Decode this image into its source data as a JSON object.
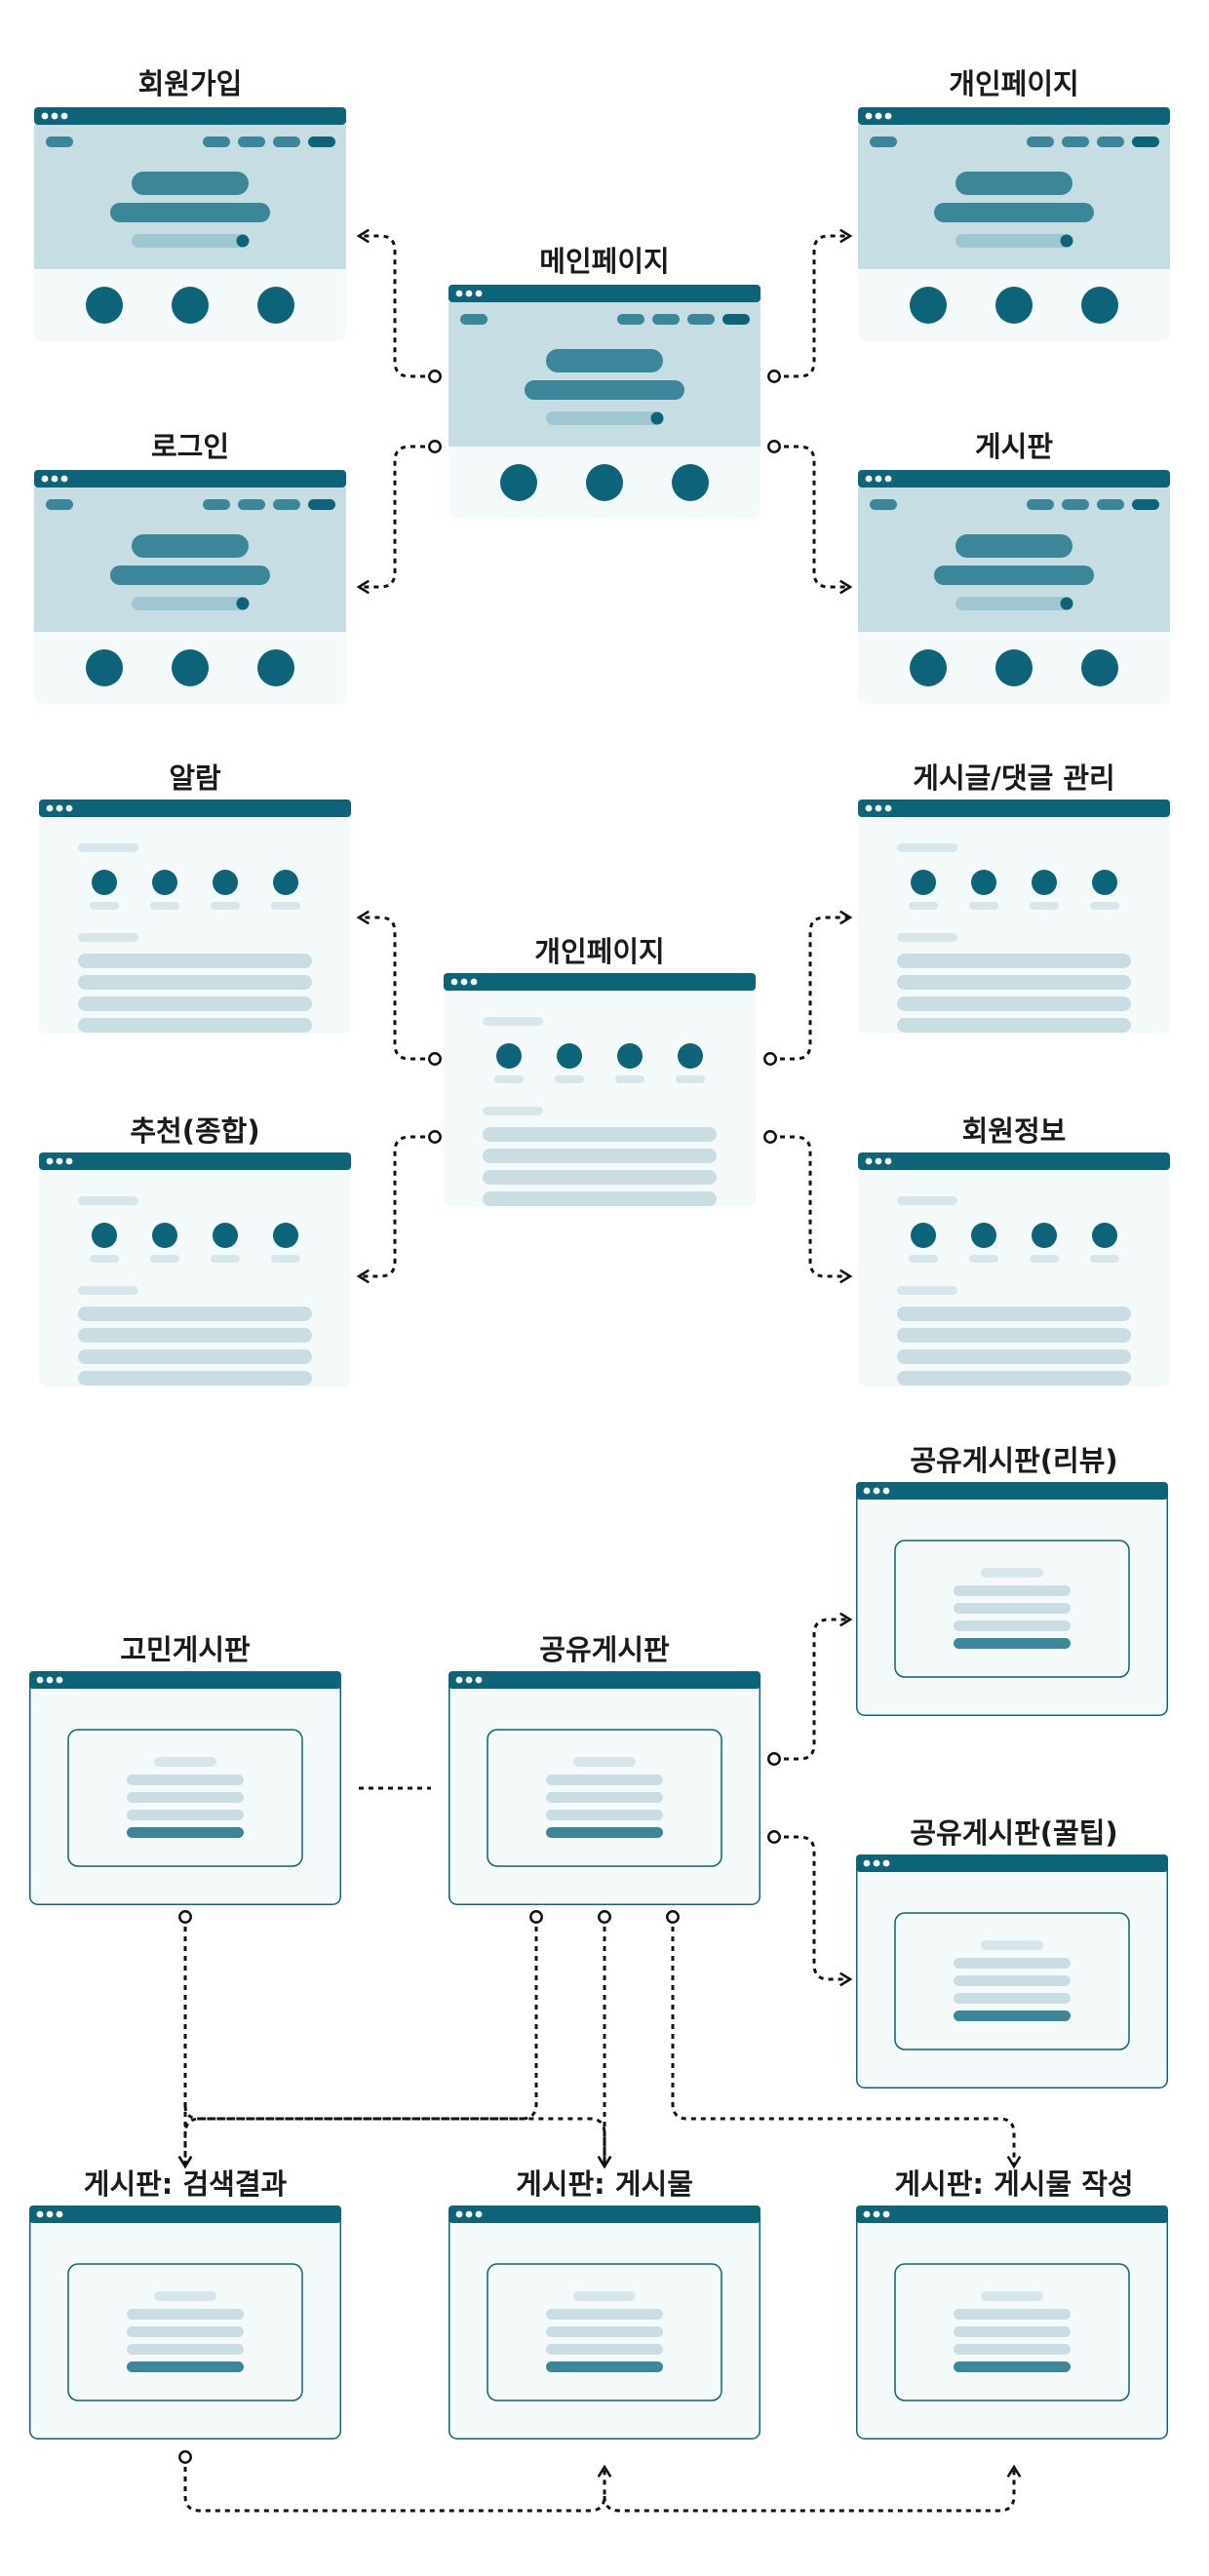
{
  "diagram": {
    "section1": {
      "center": "메인페이지",
      "signup": "회원가입",
      "login": "로그인",
      "mypage": "개인페이지",
      "board": "게시판"
    },
    "section2": {
      "center": "개인페이지",
      "alarm": "알람",
      "recommend": "추천(종합)",
      "posts_comments": "게시글/댓글 관리",
      "member_info": "회원정보"
    },
    "section3": {
      "worry_board": "고민게시판",
      "share_board": "공유게시판",
      "share_review": "공유게시판(리뷰)",
      "share_tips": "공유게시판(꿀팁)",
      "search_result": "게시판: 검색결과",
      "post": "게시판: 게시물",
      "post_write": "게시판: 게시물 작성"
    },
    "colors": {
      "accent": "#0d6378",
      "hero": "#c5dde3",
      "page_bg": "#f4f9fa",
      "bar_dark": "#3b8799",
      "bar_light": "#c9dde2"
    }
  }
}
